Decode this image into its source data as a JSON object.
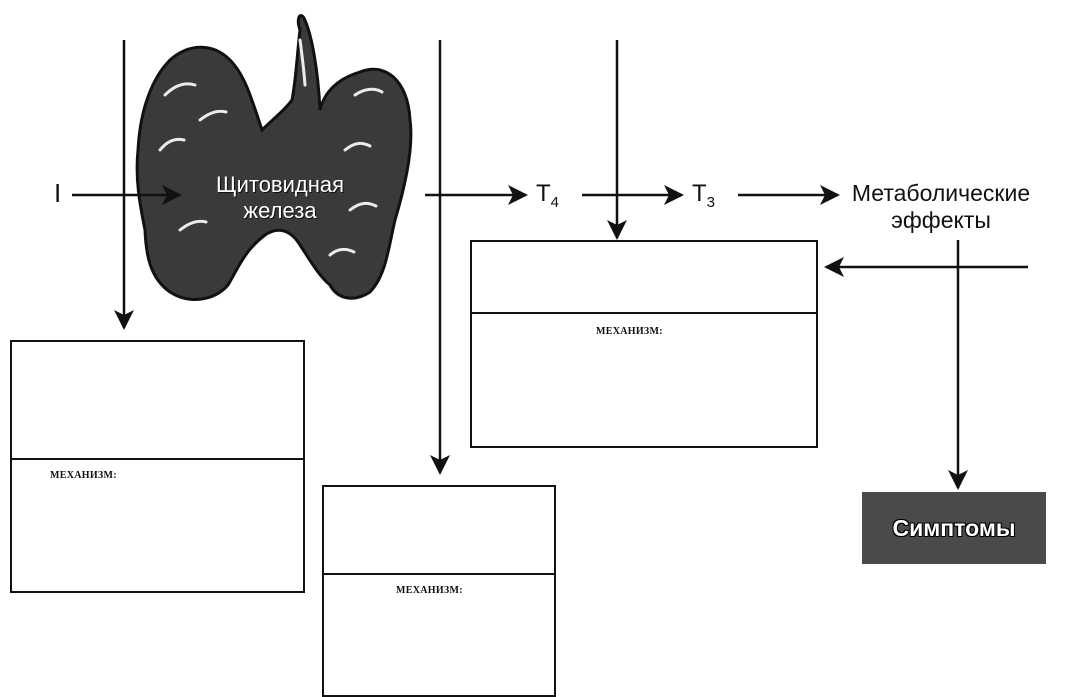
{
  "diagram": {
    "iodine_label": "I",
    "gland_label_line1": "Щитовидная",
    "gland_label_line2": "железа",
    "t4_label": "T",
    "t4_sub": "4",
    "t3_label": "T",
    "t3_sub": "3",
    "effects_line1": "Метаболические",
    "effects_line2": "эффекты",
    "symptoms_label": "Симптомы",
    "boxes": [
      {
        "id": "box-left",
        "mechanism_label": "МЕХАНИЗМ:"
      },
      {
        "id": "box-middle",
        "mechanism_label": "МЕХАНИЗМ:"
      },
      {
        "id": "box-right",
        "mechanism_label": "МЕХАНИЗМ:"
      }
    ]
  },
  "colors": {
    "ink": "#111111",
    "gland_fill": "#3a3a3a",
    "symptoms_fill": "#4a4a4a",
    "background": "#ffffff"
  }
}
